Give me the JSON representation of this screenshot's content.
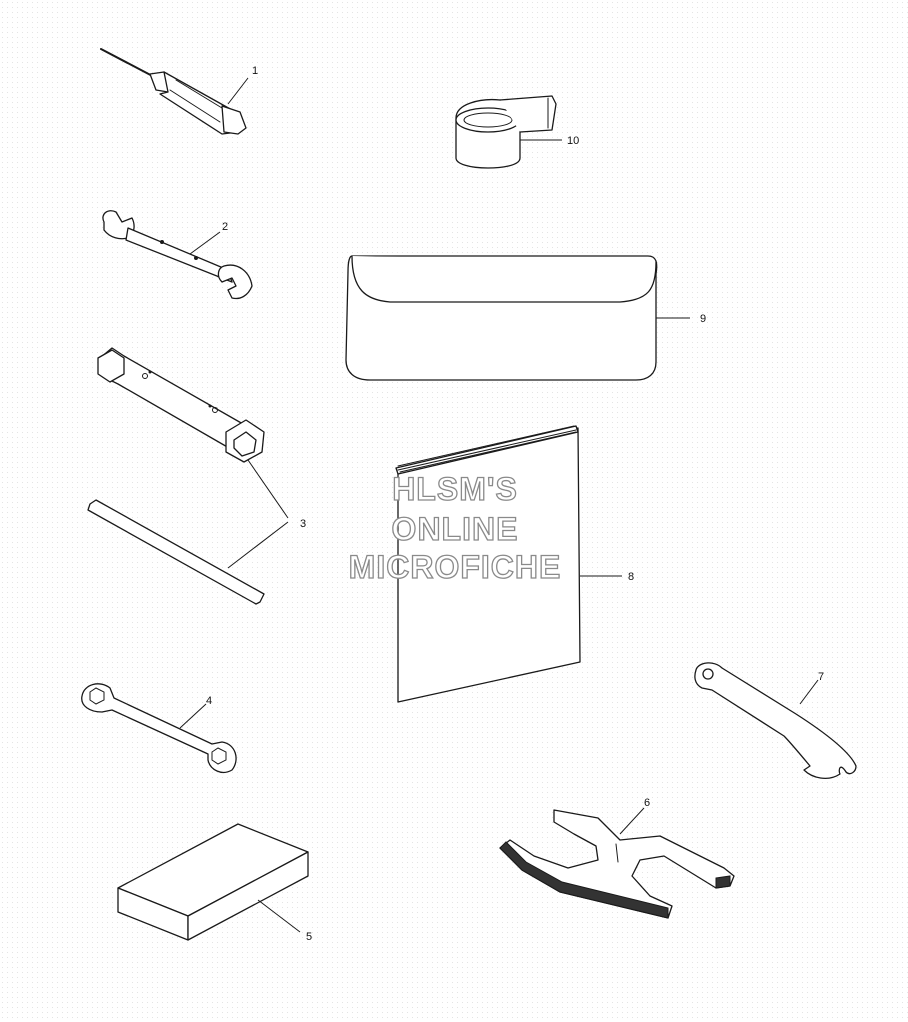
{
  "callouts": [
    "1",
    "2",
    "3",
    "4",
    "5",
    "6",
    "7",
    "8",
    "9",
    "10"
  ],
  "watermark": {
    "line1": "HLSM'S",
    "line2": "ONLINE",
    "line3": "MICROFICHE"
  },
  "colors": {
    "line": "#1a1a1a",
    "watermark_outline": "#8a8a8a",
    "background": "#ffffff"
  }
}
